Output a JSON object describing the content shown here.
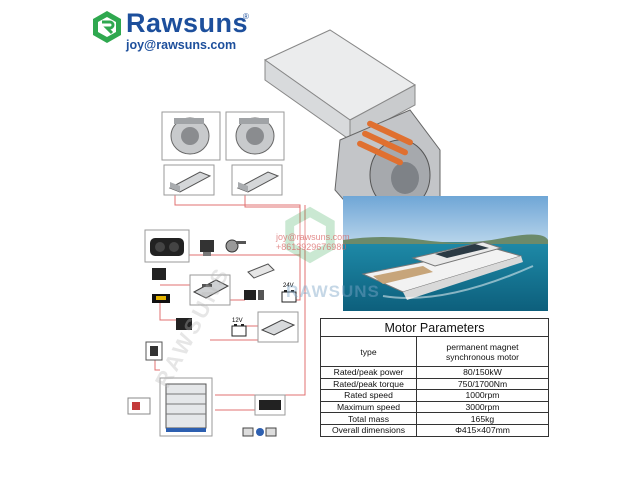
{
  "brand": {
    "name": "Rawsuns",
    "registered": "®",
    "email": "joy@rawsuns.com",
    "color": "#1d4f9c",
    "accent": "#2fa84f"
  },
  "watermark": {
    "email": "joy@rawsuns.com",
    "phone": "+8613929676980",
    "name": "RAWSUNS"
  },
  "labels": {
    "v24": "24V",
    "v12": "12V"
  },
  "table": {
    "title": "Motor Parameters",
    "type_label": "type",
    "type_value_line1": "permanent magnet",
    "type_value_line2": "synchronous motor",
    "rows": [
      {
        "key": "Rated/peak power",
        "value": "80/150kW"
      },
      {
        "key": "Rated/peak torque",
        "value": "750/1700Nm"
      },
      {
        "key": "Rated speed",
        "value": "1000rpm"
      },
      {
        "key": "Maximum speed",
        "value": "3000rpm"
      },
      {
        "key": "Total mass",
        "value": "165kg"
      },
      {
        "key": "Overall dimensions",
        "value": "Φ415×407mm"
      }
    ]
  },
  "components": [
    "motor-icon",
    "motor-icon",
    "controller-icon",
    "controller-icon",
    "dashboard-icon",
    "throttle-icon",
    "key-switch-icon",
    "charger-icon",
    "vcu-icon",
    "relay-icon",
    "fuse-icon",
    "meter-icon",
    "battery-24v-icon",
    "dcdc-icon",
    "battery-12v-icon",
    "distribution-icon",
    "isolator-icon",
    "battery-rack-icon",
    "charging-gun-icon",
    "bms-icon",
    "display-icon"
  ]
}
